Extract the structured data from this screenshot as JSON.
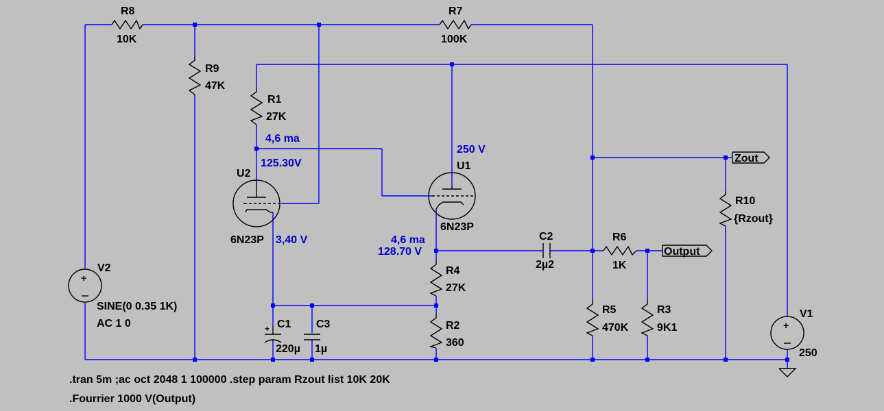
{
  "components": {
    "r8": {
      "name": "R8",
      "value": "10K"
    },
    "r7": {
      "name": "R7",
      "value": "100K"
    },
    "r9": {
      "name": "R9",
      "value": "47K"
    },
    "r1": {
      "name": "R1",
      "value": "27K"
    },
    "r4": {
      "name": "R4",
      "value": "27K"
    },
    "r2": {
      "name": "R2",
      "value": "360"
    },
    "r5": {
      "name": "R5",
      "value": "470K"
    },
    "r6": {
      "name": "R6",
      "value": "1K"
    },
    "r3": {
      "name": "R3",
      "value": "9K1"
    },
    "r10": {
      "name": "R10",
      "value": "{Rzout}"
    },
    "c1": {
      "name": "C1",
      "value": "220µ"
    },
    "c3": {
      "name": "C3",
      "value": "1µ"
    },
    "c2": {
      "name": "C2",
      "value": "2µ2"
    },
    "u1": {
      "name": "U1",
      "value": "6N23P"
    },
    "u2": {
      "name": "U2",
      "value": "6N23P"
    },
    "v1": {
      "name": "V1",
      "value": "250"
    },
    "v2": {
      "name": "V2",
      "value1": "SINE(0 0.35 1K)",
      "value2": "AC 1 0"
    }
  },
  "annotations": {
    "u2_current": "4,6 ma",
    "u2_anode_v": "125.30V",
    "u2_cathode_v": "3,40 V",
    "u1_anode_v": "250 V",
    "u1_current": "4,6 ma",
    "u1_cathode_v": "128.70 V"
  },
  "net_labels": {
    "zout": "Zout",
    "output": "Output"
  },
  "directives": {
    "line1": ".tran 5m  ;ac oct 2048 1 100000 .step param Rzout list 10K 20K",
    "line2": ".Fourrier 1000 V(Output)"
  },
  "colors": {
    "background": "#c0c0c0",
    "wire": "#0000ff",
    "component": "#000000",
    "annotation": "#0000cc"
  }
}
